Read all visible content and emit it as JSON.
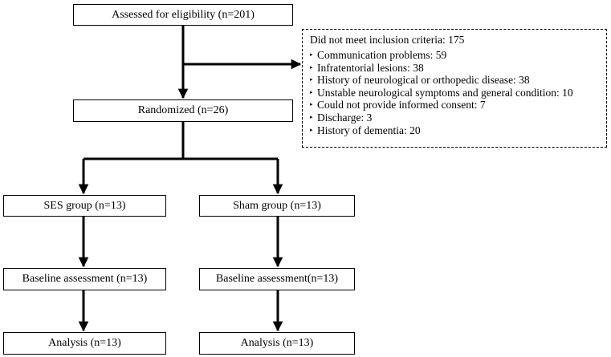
{
  "flow": {
    "assessed": "Assessed for eligibility  (n=201)",
    "exclusion": {
      "title": "Did not meet inclusion criteria:  175",
      "reasons": [
        "Communication problems: 59",
        "Infratentorial lesions: 38",
        "History of neurological or orthopedic disease: 38",
        "Unstable neurological symptoms and general condition: 10",
        "Could not provide informed consent: 7",
        "Discharge: 3",
        "History of dementia: 20"
      ]
    },
    "randomized": "Randomized (n=26)",
    "groups": [
      {
        "allocation": "SES group (n=13)",
        "baseline": "Baseline assessment (n=13)",
        "analysis": "Analysis (n=13)"
      },
      {
        "allocation": "Sham group (n=13)",
        "baseline": "Baseline assessment(n=13)",
        "analysis": "Analysis (n=13)"
      }
    ]
  }
}
